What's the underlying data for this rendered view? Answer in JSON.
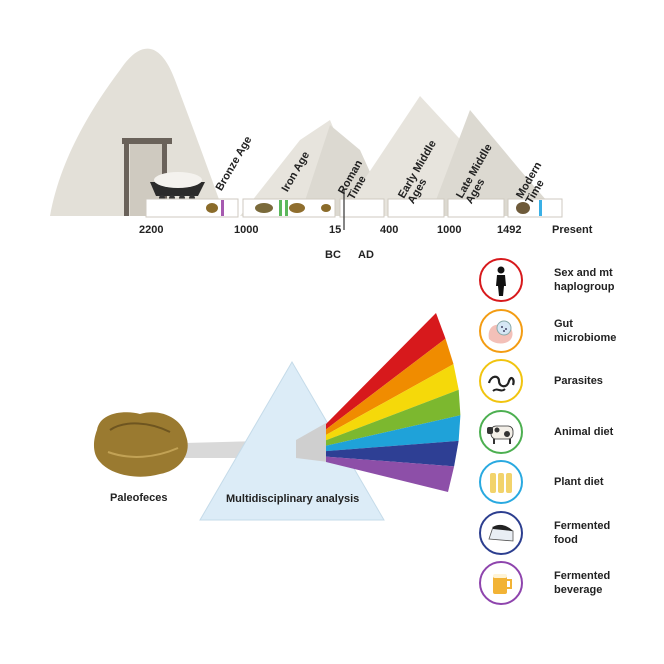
{
  "timeline": {
    "eras": [
      {
        "label": "Bronze Age"
      },
      {
        "label": "Iron Age"
      },
      {
        "label": "Roman\nTime"
      },
      {
        "label": "Early Middle\nAges"
      },
      {
        "label": "Late Middle\nAges"
      },
      {
        "label": "Modern\nTime"
      }
    ],
    "ticks": [
      "2200",
      "1000",
      "15",
      "400",
      "1000",
      "1492",
      "Present"
    ],
    "bc_label": "BC",
    "ad_label": "AD"
  },
  "analysis": {
    "source_label": "Paleofeces",
    "prism_label": "Multidisciplinary analysis"
  },
  "results": [
    {
      "label": "Sex and mt\nhaplogroup",
      "color": "#d7191c",
      "icon": "person-icon"
    },
    {
      "label": "Gut\nmicrobiome",
      "color": "#f39c12",
      "icon": "intestine-icon"
    },
    {
      "label": "Parasites",
      "color": "#f1c40f",
      "icon": "worm-icon"
    },
    {
      "label": "Animal diet",
      "color": "#4caf50",
      "icon": "cow-icon"
    },
    {
      "label": "Plant diet",
      "color": "#29a9e0",
      "icon": "grain-icon"
    },
    {
      "label": "Fermented\nfood",
      "color": "#2c3e8f",
      "icon": "cheese-icon"
    },
    {
      "label": "Fermented\nbeverage",
      "color": "#8e44ad",
      "icon": "beer-icon"
    }
  ],
  "spectrum_colors": [
    "#d7191c",
    "#f08c00",
    "#f5d90a",
    "#7cb82f",
    "#1fa2d9",
    "#2e3f94",
    "#8d4fa8"
  ]
}
